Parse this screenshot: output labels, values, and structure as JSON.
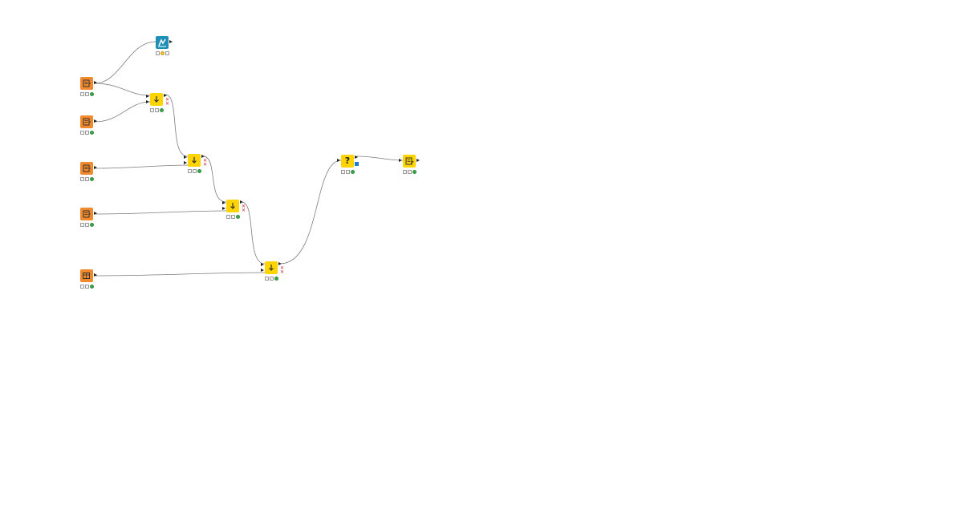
{
  "canvas": {
    "background": "#ffffff"
  },
  "colors": {
    "source": "#f08a2c",
    "manipulator": "#ffd400",
    "visualizer": "#1f8fb5",
    "edge": "#7a7a7a",
    "status_green": "#3aa84a",
    "status_yellow": "#f2c433"
  },
  "nodes": [
    {
      "id": "viz",
      "kind": "visualizer",
      "icon": "chart-icon",
      "status": [
        "empty",
        "yellow",
        "empty"
      ]
    },
    {
      "id": "reader1",
      "kind": "source",
      "icon": "file-reader-icon",
      "status": [
        "empty",
        "empty",
        "green"
      ]
    },
    {
      "id": "reader2",
      "kind": "source",
      "icon": "file-reader-icon",
      "status": [
        "empty",
        "empty",
        "green"
      ]
    },
    {
      "id": "reader3",
      "kind": "source",
      "icon": "file-reader-icon",
      "status": [
        "empty",
        "empty",
        "green"
      ]
    },
    {
      "id": "reader4",
      "kind": "source",
      "icon": "file-reader-icon",
      "status": [
        "empty",
        "empty",
        "green"
      ]
    },
    {
      "id": "reader5",
      "kind": "source",
      "icon": "table-reader-icon",
      "status": [
        "empty",
        "empty",
        "green"
      ]
    },
    {
      "id": "join1",
      "kind": "manipulator",
      "icon": "join-icon",
      "status": [
        "empty",
        "empty",
        "green"
      ]
    },
    {
      "id": "join2",
      "kind": "manipulator",
      "icon": "join-icon",
      "status": [
        "empty",
        "empty",
        "green"
      ]
    },
    {
      "id": "join3",
      "kind": "manipulator",
      "icon": "join-icon",
      "status": [
        "empty",
        "empty",
        "green"
      ]
    },
    {
      "id": "join4",
      "kind": "manipulator",
      "icon": "join-icon",
      "status": [
        "empty",
        "empty",
        "green"
      ]
    },
    {
      "id": "rule",
      "kind": "manipulator",
      "icon": "question-icon",
      "status": [
        "empty",
        "empty",
        "green"
      ]
    },
    {
      "id": "writer",
      "kind": "manipulator",
      "icon": "table-writer-icon",
      "status": [
        "empty",
        "empty",
        "green"
      ]
    }
  ],
  "edges": [
    [
      "reader1",
      "viz"
    ],
    [
      "reader1",
      "join1"
    ],
    [
      "reader2",
      "join1"
    ],
    [
      "join1",
      "join2"
    ],
    [
      "reader3",
      "join2"
    ],
    [
      "join2",
      "join3"
    ],
    [
      "reader4",
      "join3"
    ],
    [
      "join3",
      "join4"
    ],
    [
      "reader5",
      "join4"
    ],
    [
      "join4",
      "rule"
    ],
    [
      "rule",
      "writer"
    ]
  ],
  "rule_label": "?"
}
